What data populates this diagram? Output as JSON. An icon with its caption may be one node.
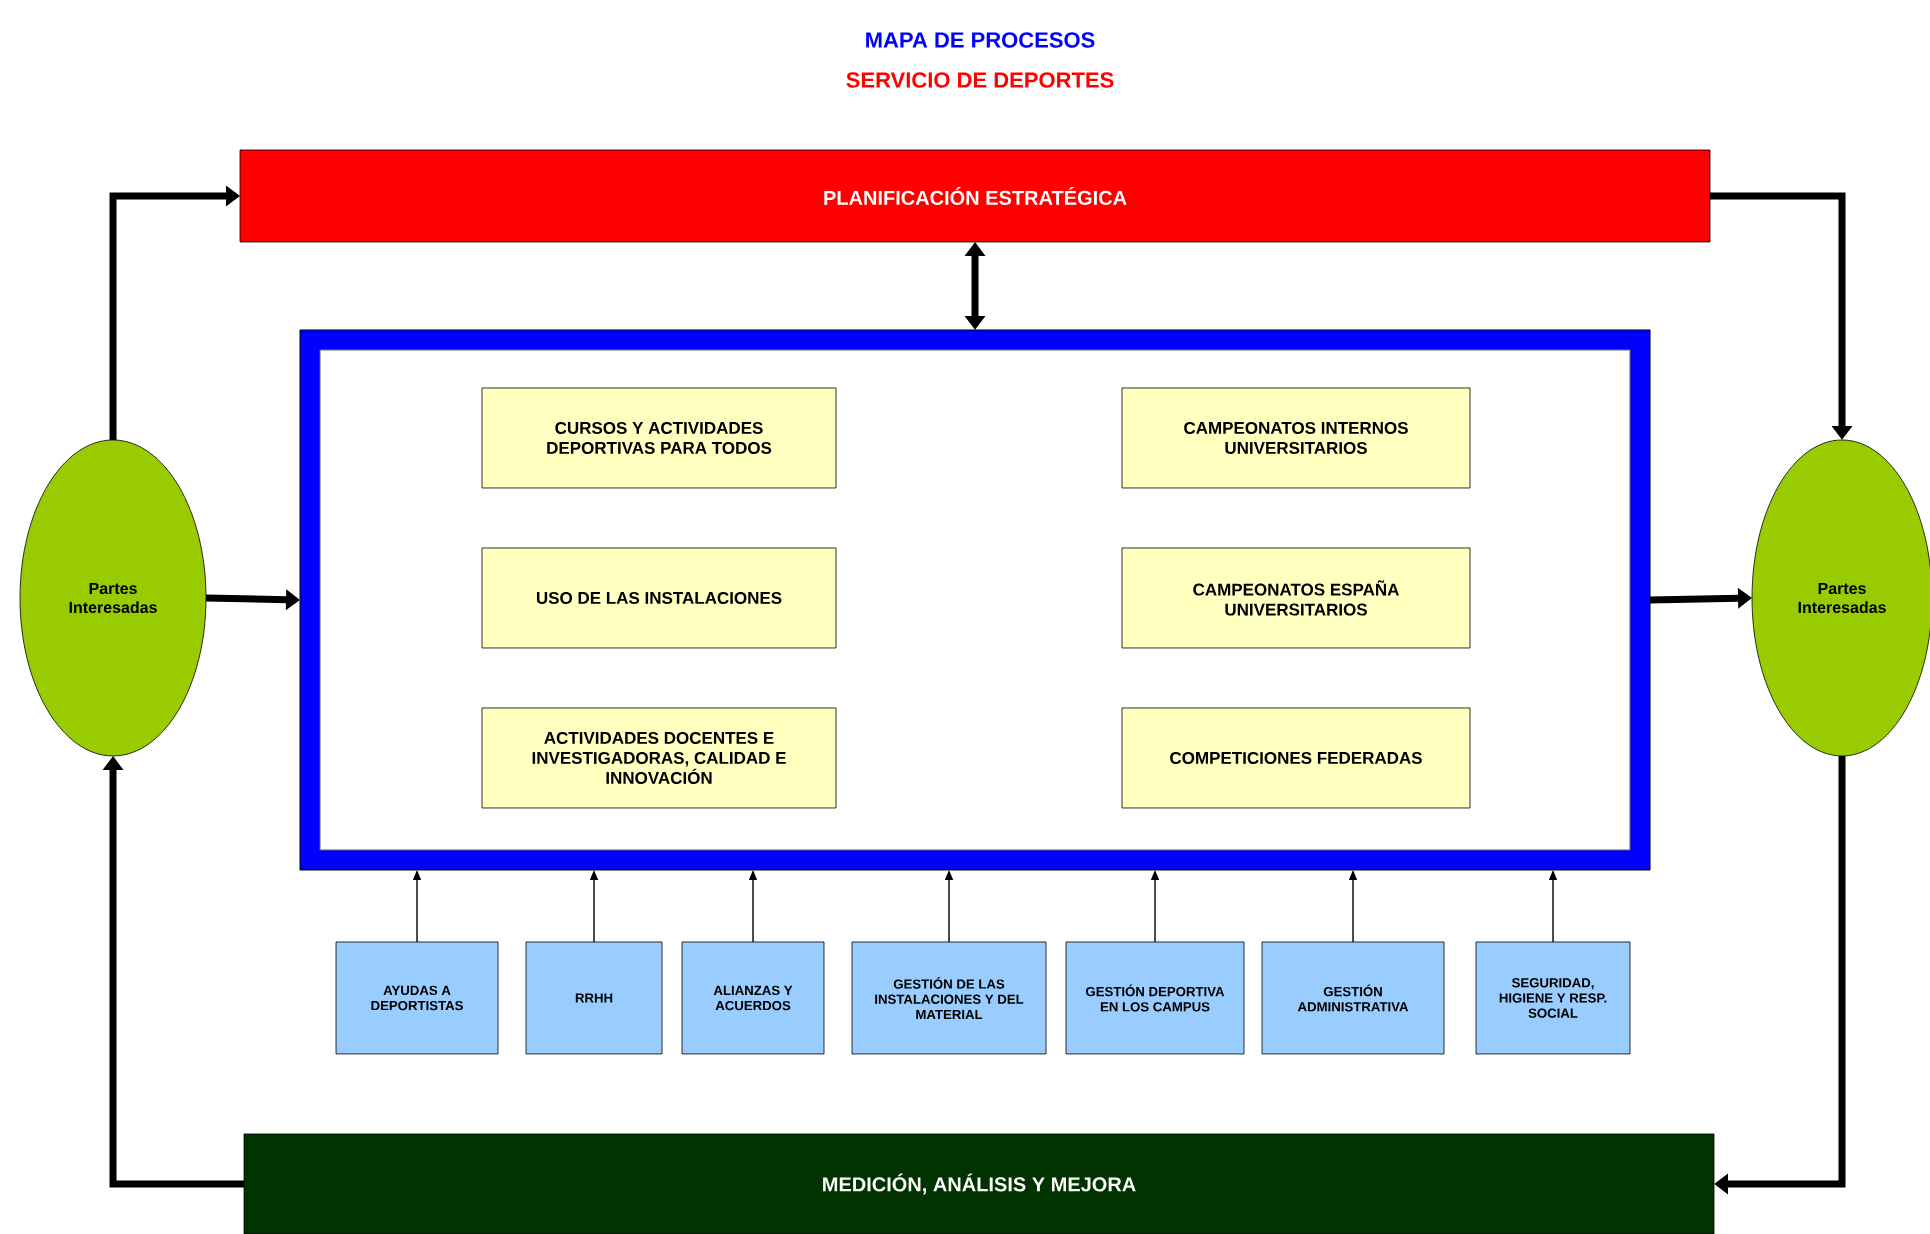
{
  "diagram": {
    "title": "MAPA DE PROCESOS",
    "nodes": [
      {
        "text": [
          "Partes Interesadas"
        ]
      },
      {
        "text": [
          "PLANIFICACIÓN ESTRATÉGICA"
        ]
      },
      {
        "text": [],
        "shape": "box"
      },
      {
        "text": [
          "CURSOS Y ACTIVIDADES DEPORTIVAS PARA TODOS"
        ],
        "in": 2
      },
      {
        "text": [
          "CAMPEONATOS INTERNOS UNIVERSITARIOS"
        ],
        "in": 2
      },
      {
        "text": [
          "USO DE LAS INSTALACIONES"
        ],
        "in": 2
      },
      {
        "text": [
          "CAMPEONATOS ESPAÑA UNIVERSITARIOS"
        ],
        "in": 2
      },
      {
        "text": [
          "ACTIVIDADES DOCENTES E INVESTIGADORAS, CALIDAD E INNOVACIÓN"
        ],
        "in": 2
      },
      {
        "text": [
          "COMPETICIONES FEDERADAS"
        ],
        "in": 2
      },
      {
        "text": [
          "AYUDAS A DEPORTISTAS"
        ]
      },
      {
        "text": [
          "RRHH"
        ]
      },
      {
        "text": [
          "ALIANZAS Y ACUERDOS"
        ]
      },
      {
        "text": [
          "GESTIÓN DE LAS INSTALACIONES Y DEL MATERIAL"
        ]
      },
      {
        "text": [
          "GESTIÓN DEPORTIVA EN LOS CAMPUS"
        ]
      },
      {
        "text": [
          "GESTIÓN ADMINISTRATIVA"
        ]
      },
      {
        "text": [
          "SEGURIDAD, HIGIENE Y RESP. SOCIAL"
        ]
      },
      {
        "text": [
          "MEDICIÓN, ANÁLISIS Y MEJORA"
        ]
      },
      {
        "text": [
          "Partes Interesadas"
        ]
      }
    ],
    "edges": [
      {
        "from": 0,
        "to": 1,
        "arrow": "to",
        "style": "thick"
      },
      {
        "from": 1,
        "to": 17,
        "arrow": "to",
        "style": "thick"
      },
      {
        "from": 1,
        "to": 2,
        "arrow": "both",
        "style": "thick"
      },
      {
        "from": 0,
        "to": 2,
        "arrow": "to",
        "style": "thick"
      },
      {
        "from": 2,
        "to": 17,
        "arrow": "to",
        "style": "thick"
      },
      {
        "from": 17,
        "to": 16,
        "arrow": "to",
        "style": "thick"
      },
      {
        "from": 16,
        "to": 0,
        "arrow": "to",
        "style": "thick"
      },
      {
        "from": 9,
        "to": 2,
        "arrow": "to"
      },
      {
        "from": 10,
        "to": 2,
        "arrow": "to"
      },
      {
        "from": 11,
        "to": 2,
        "arrow": "to"
      },
      {
        "from": 12,
        "to": 2,
        "arrow": "to"
      },
      {
        "from": 13,
        "to": 2,
        "arrow": "to"
      },
      {
        "from": 14,
        "to": 2,
        "arrow": "to"
      },
      {
        "from": 15,
        "to": 2,
        "arrow": "to"
      }
    ],
    "labels": [
      "SERVICIO DE DEPORTES"
    ]
  }
}
